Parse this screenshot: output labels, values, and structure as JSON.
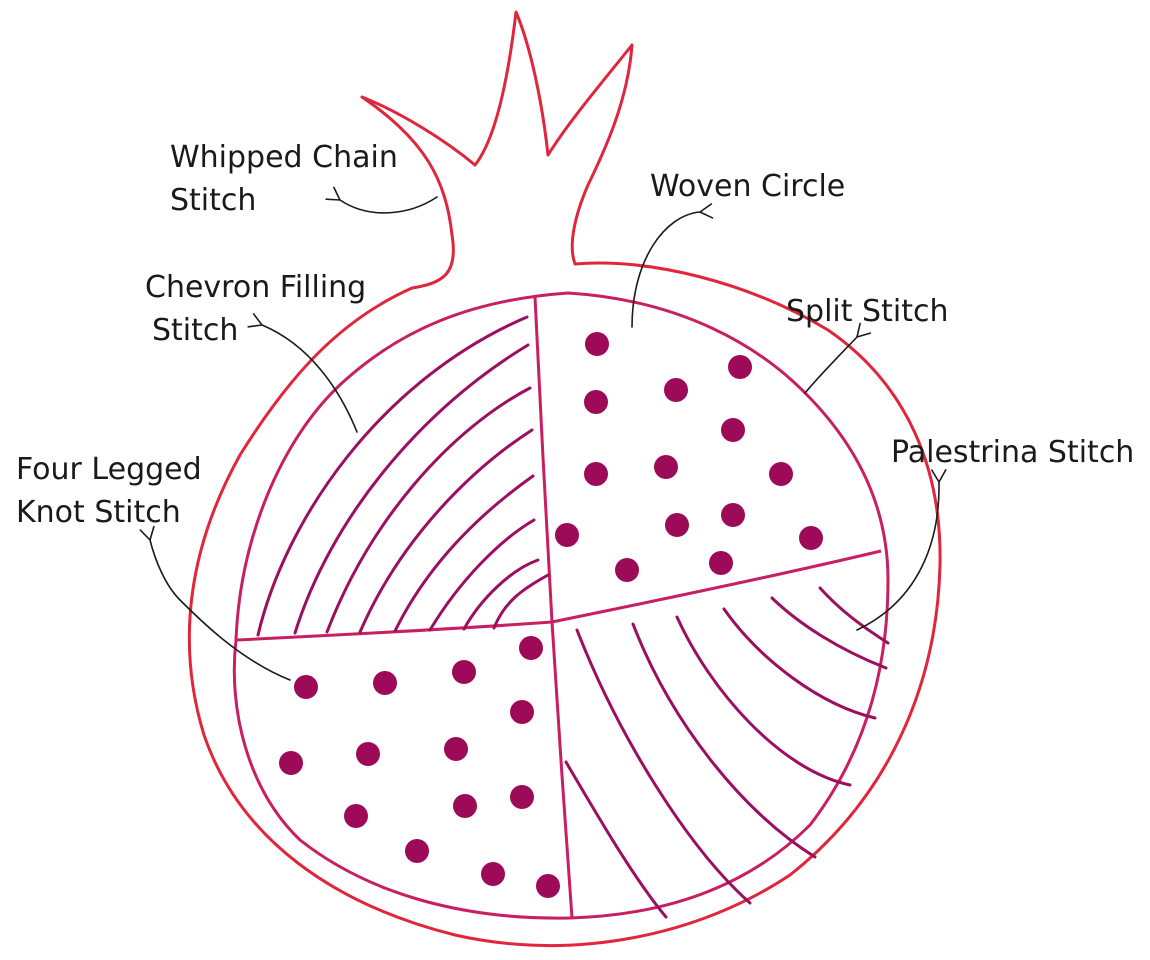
{
  "colors": {
    "outline": "#e0263d",
    "inner_outline": "#c81f63",
    "stitch": "#9c0f5f",
    "dot": "#9c0a58",
    "label_text": "#1a1a1a",
    "leader": "#1a1a1a"
  },
  "labels": {
    "whipped_chain": [
      "Whipped Chain",
      "Stitch"
    ],
    "woven_circle": [
      "Woven Circle"
    ],
    "chevron_filling": [
      "Chevron Filling",
      "Stitch"
    ],
    "split_stitch": [
      "Split Stitch"
    ],
    "palestrina": [
      "Palestrina Stitch"
    ],
    "four_legged_knot": [
      "Four Legged",
      "Knot Stitch"
    ]
  }
}
